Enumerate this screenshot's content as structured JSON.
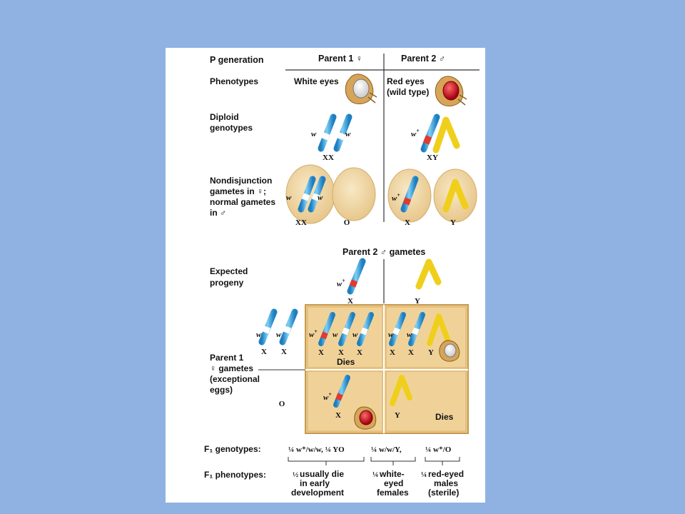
{
  "headers": {
    "p_generation": "P generation",
    "parent1": "Parent 1 ♀",
    "parent2": "Parent 2 ♂",
    "phenotypes": "Phenotypes",
    "diploid_line1": "Diploid",
    "diploid_line2": "genotypes",
    "nondis_line1": "Nondisjunction",
    "nondis_line2": "gametes in ♀;",
    "nondis_line3": "normal gametes",
    "nondis_line4": "in ♂",
    "parent2_gametes": "Parent 2 ♂ gametes",
    "expected_line1": "Expected",
    "expected_line2": "progeny",
    "p1g_line1": "Parent 1",
    "p1g_line2": "♀ gametes",
    "p1g_line3": "(exceptional",
    "p1g_line4": "eggs)"
  },
  "phenotypes": {
    "parent1": "White eyes",
    "parent2_line1": "Red eyes",
    "parent2_line2": "(wild type)"
  },
  "symbols": {
    "w": "w",
    "w_plus_base": "w",
    "plus": "+",
    "X": "X",
    "Y": "Y",
    "XX": "XX",
    "XY": "XY",
    "O": "O",
    "slash": "/"
  },
  "genotypes": {
    "parent1": "XX",
    "parent2": "XY"
  },
  "gametes": {
    "female": [
      "XX",
      "O"
    ],
    "male": [
      "X",
      "Y"
    ]
  },
  "punnett": {
    "dies_label": "Dies"
  },
  "f1": {
    "genotypes_label": "F₁ genotypes:",
    "phenotypes_label": "F₁ phenotypes:",
    "genotype_groups": [
      "¼ w⁺/w/w, ¼ YO",
      "¼ w/w/Y,",
      "¼ w⁺/O"
    ],
    "phenotype_groups": [
      {
        "fraction": "½",
        "lines": [
          "usually die",
          "in early",
          "development"
        ]
      },
      {
        "fraction": "¼",
        "lines": [
          "white-",
          "eyed",
          "females"
        ]
      },
      {
        "fraction": "¼",
        "lines": [
          "red-eyed",
          "males",
          "(sterile)"
        ]
      }
    ]
  },
  "colors": {
    "background": "#8fb2e2",
    "panel": "#ffffff",
    "x_chromosome": "#39a6e0",
    "y_chromosome": "#f0cf1c",
    "wild_type_allele": "#e23a2e",
    "gamete": "#efd6a2",
    "punnett_cell": "#ecc98a",
    "red_eye": "#c3102a",
    "white_eye": "#ffffff"
  }
}
